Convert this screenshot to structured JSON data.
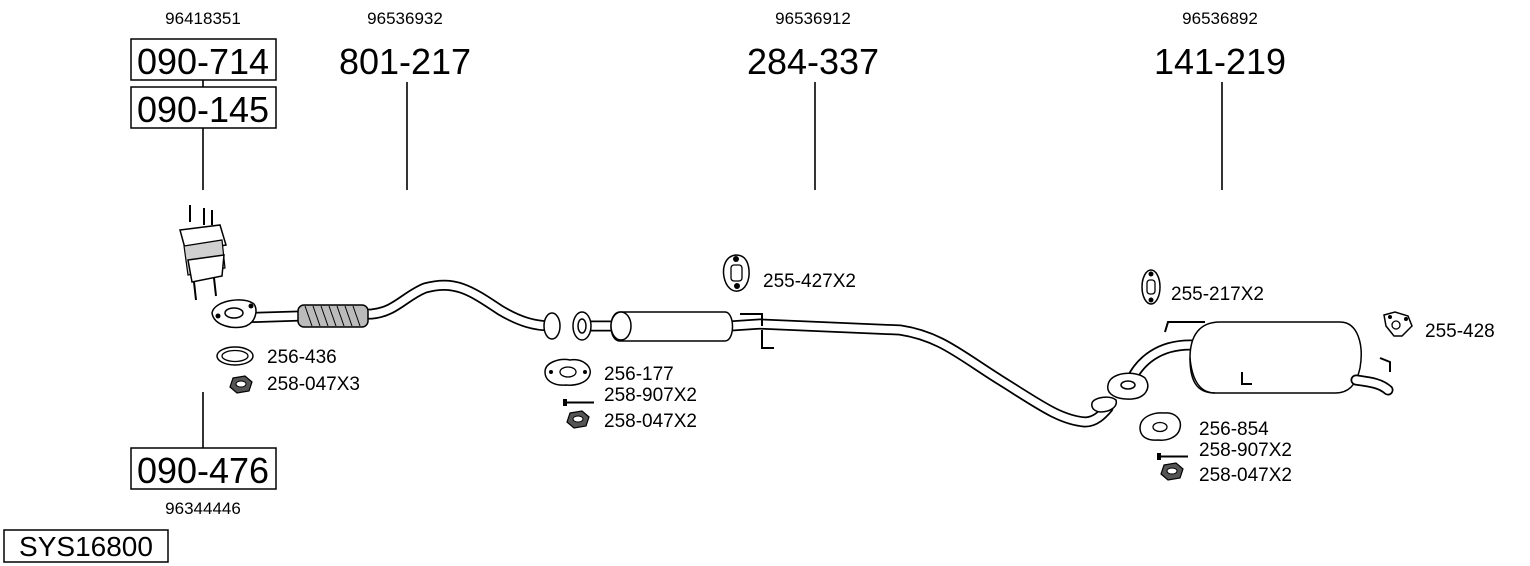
{
  "diagram": {
    "system_code": "SYS16800",
    "parts": [
      {
        "oem": "96418351",
        "codes": [
          "090-714",
          "090-145"
        ]
      },
      {
        "oem": "96536932",
        "code": "801-217"
      },
      {
        "oem": "96536912",
        "code": "284-337"
      },
      {
        "oem": "96536892",
        "code": "141-219"
      },
      {
        "oem": "96344446",
        "code": "090-476"
      }
    ],
    "accessories": {
      "a1": "256-436",
      "a2": "258-047X3",
      "a3": "256-177",
      "a4": "258-907X2",
      "a5": "258-047X2",
      "a6": "255-427X2",
      "a7": "255-217X2",
      "a8": "255-428",
      "a9": "256-854",
      "a10": "258-907X2",
      "a11": "258-047X2"
    }
  }
}
